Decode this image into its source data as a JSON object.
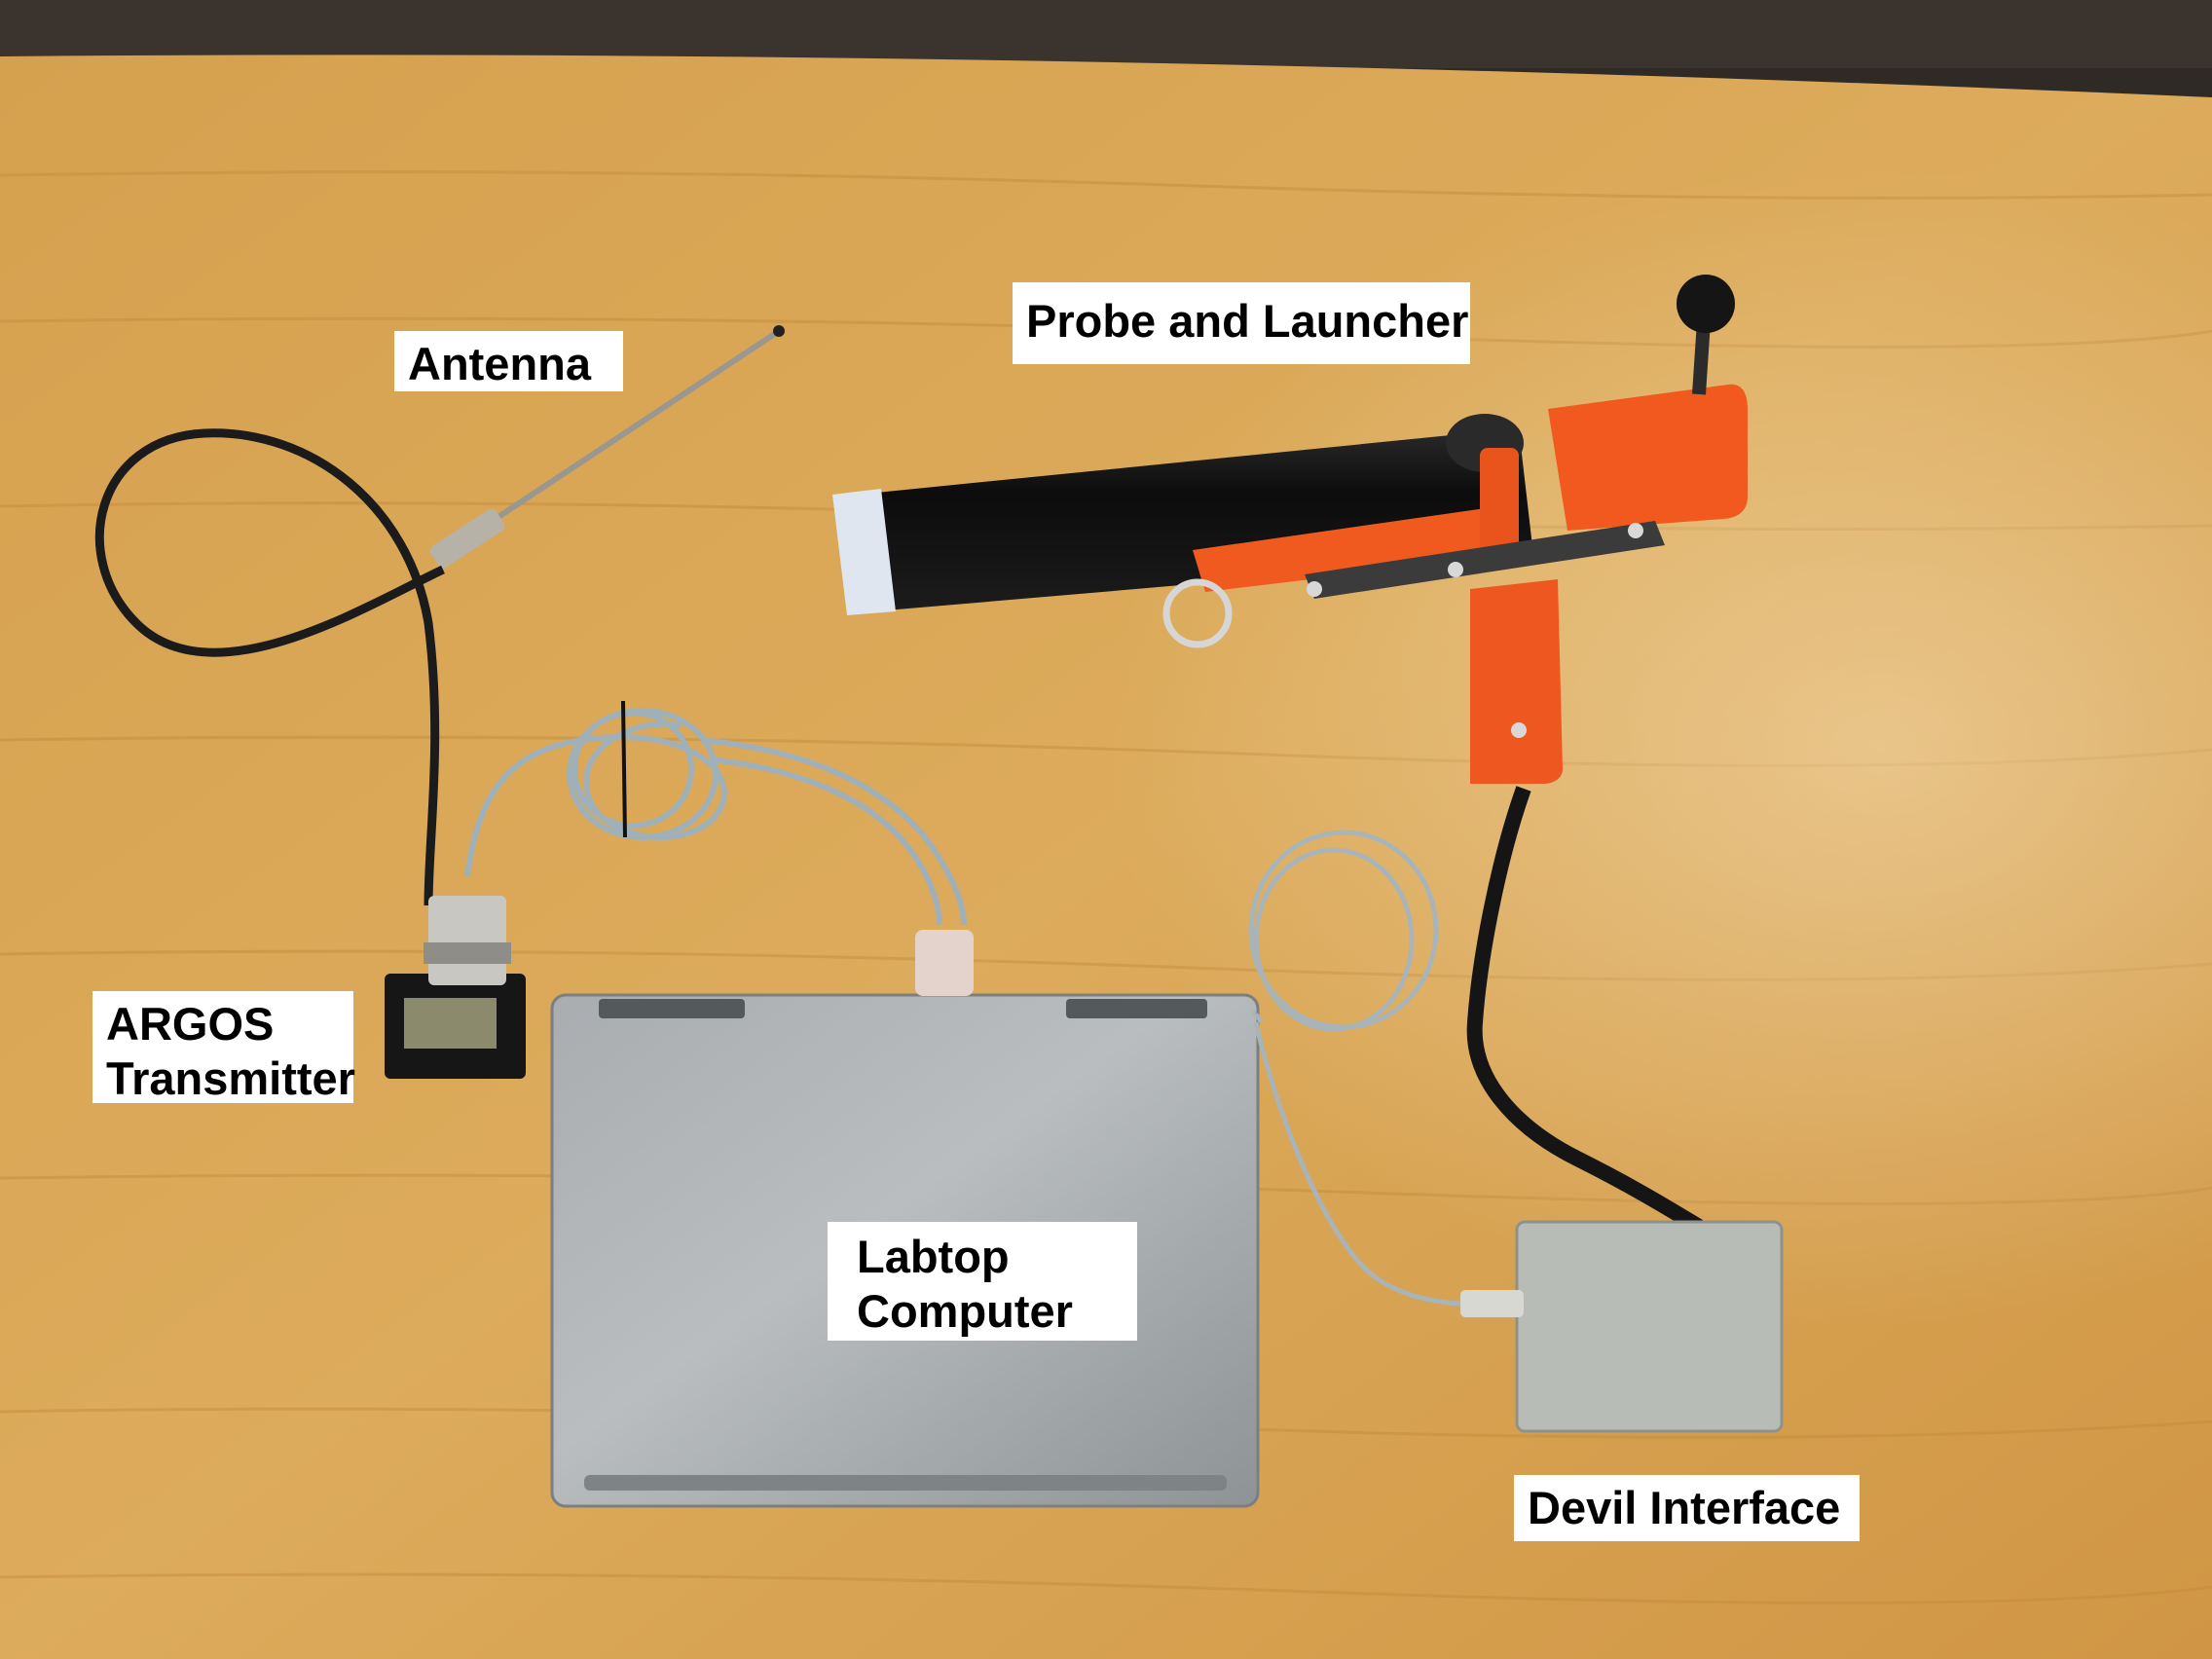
{
  "photo": {
    "subjects": [
      "antenna",
      "argos-transmitter",
      "probe-and-launcher",
      "laptop-computer",
      "devil-interface"
    ],
    "colors": {
      "table": "#d9a452",
      "table_grain": "#c28a3c",
      "wall": "#3a332e",
      "cable_black": "#1b1b1b",
      "cable_grey": "#9fb0b8",
      "launcher_orange": "#f2591e",
      "launcher_tube": "#141414",
      "laptop": "#9ea3a6",
      "interface_box": "#b7bcb6"
    }
  },
  "labels": {
    "antenna": "Antenna",
    "probe_and_launcher": "Probe and Launcher",
    "argos_line1": "ARGOS",
    "argos_line2": "Transmitter",
    "laptop_line1": "Labtop",
    "laptop_line2": "Computer",
    "devil_interface": "Devil Interface"
  }
}
